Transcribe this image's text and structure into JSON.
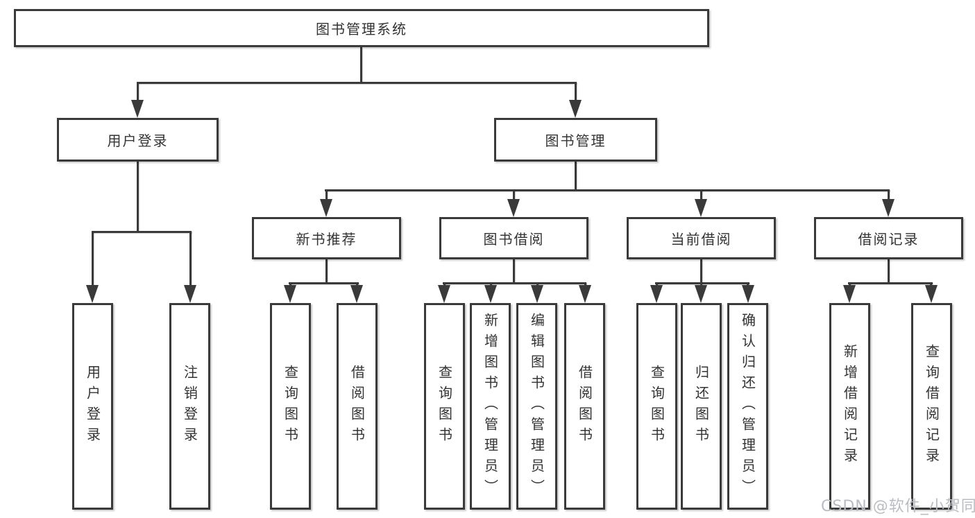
{
  "diagram": {
    "root": {
      "label": "图书管理系统"
    },
    "level2": [
      {
        "label": "用户登录",
        "parent": "图书管理系统"
      },
      {
        "label": "图书管理",
        "parent": "图书管理系统"
      }
    ],
    "level3": [
      {
        "label": "新书推荐",
        "parent": "图书管理"
      },
      {
        "label": "图书借阅",
        "parent": "图书管理"
      },
      {
        "label": "当前借阅",
        "parent": "图书管理"
      },
      {
        "label": "借阅记录",
        "parent": "图书管理"
      }
    ],
    "leaves": [
      {
        "label": "用户登录",
        "parent": "用户登录"
      },
      {
        "label": "注销登录",
        "parent": "用户登录"
      },
      {
        "label": "查询图书",
        "parent": "新书推荐"
      },
      {
        "label": "借阅图书",
        "parent": "新书推荐"
      },
      {
        "label": "查询图书",
        "parent": "图书借阅"
      },
      {
        "label": "新增图书（管理员）",
        "parent": "图书借阅"
      },
      {
        "label": "编辑图书（管理员）",
        "parent": "图书借阅"
      },
      {
        "label": "借阅图书",
        "parent": "图书借阅"
      },
      {
        "label": "查询图书",
        "parent": "当前借阅"
      },
      {
        "label": "归还图书",
        "parent": "当前借阅"
      },
      {
        "label": "确认归还（管理员）",
        "parent": "当前借阅"
      },
      {
        "label": "新增借阅记录",
        "parent": "借阅记录"
      },
      {
        "label": "查询借阅记录",
        "parent": "借阅记录"
      }
    ]
  },
  "watermark": {
    "text": "CSDN @软件_小贺同学"
  },
  "colors": {
    "line": "#3a3a3a",
    "text": "#333333",
    "watermark": "#b9bdc3",
    "background": "#ffffff"
  }
}
